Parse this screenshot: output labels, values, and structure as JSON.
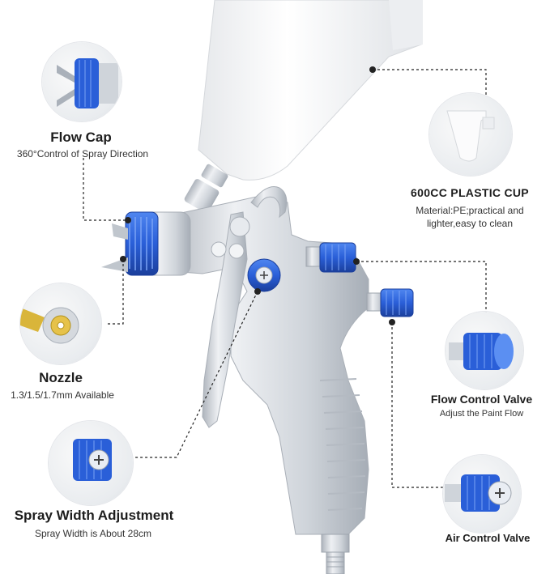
{
  "features": {
    "flow_cap": {
      "title": "Flow Cap",
      "desc": "360°Control of Spray Direction"
    },
    "plastic_cup": {
      "title": "600CC PLASTIC CUP",
      "desc_line1": "Material:PE;practical and",
      "desc_line2": "lighter,easy to clean"
    },
    "nozzle": {
      "title": "Nozzle",
      "desc": "1.3/1.5/1.7mm Available"
    },
    "flow_control_valve": {
      "title": "Flow Control Valve",
      "desc": "Adjust the Paint Flow"
    },
    "spray_width": {
      "title": "Spray Width Adjustment",
      "desc": "Spray Width is About 28cm"
    },
    "air_control_valve": {
      "title": "Air Control Valve"
    }
  },
  "colors": {
    "accent_blue": "#2a5fd8",
    "metal": "#c9ced6",
    "cup_white": "#f4f5f7",
    "leader_line": "#222222"
  }
}
